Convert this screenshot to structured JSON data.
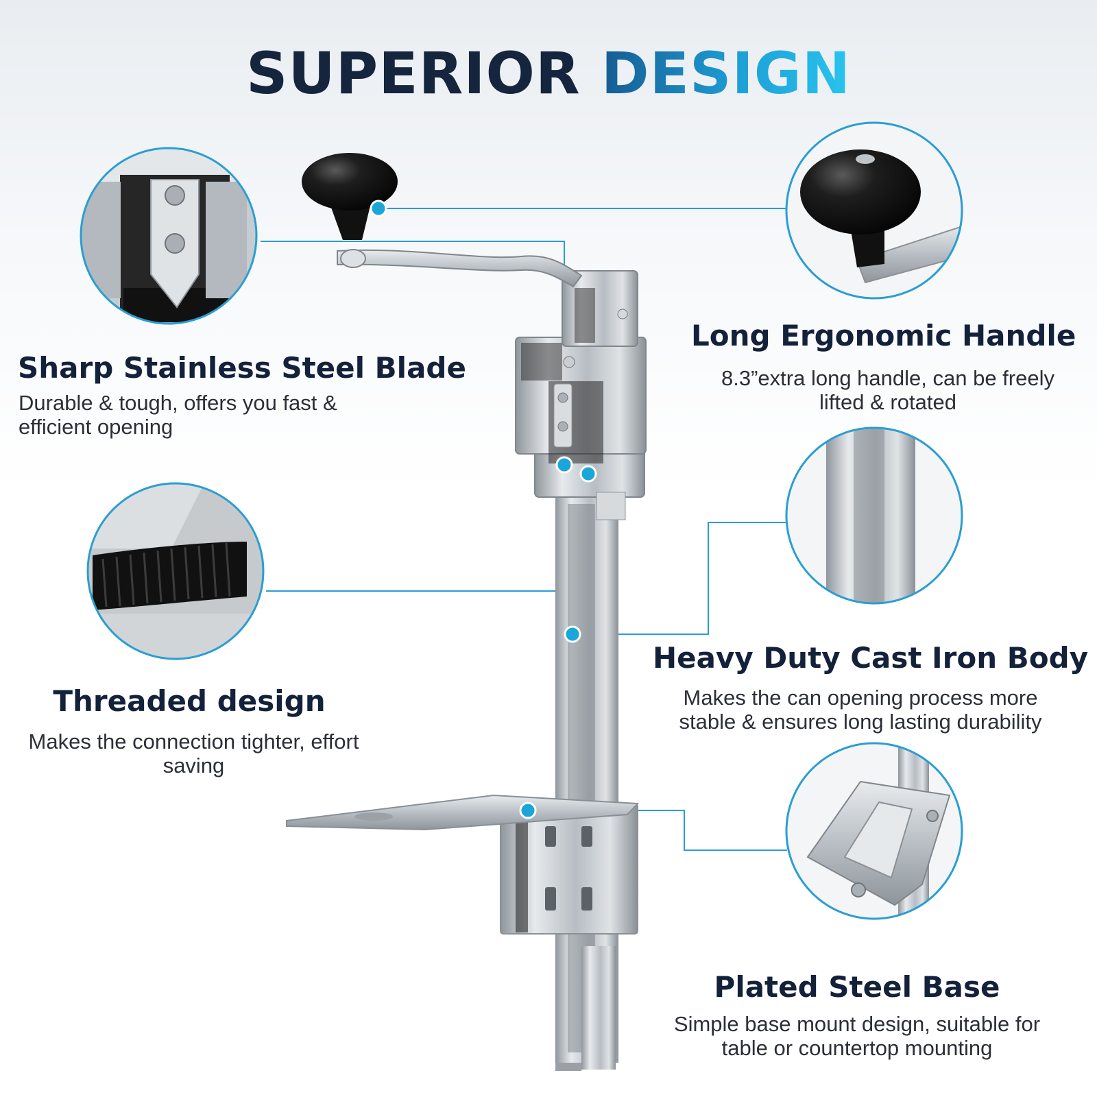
{
  "header": {
    "title_part1": "SUPERIOR",
    "title_part2": "DESIGN"
  },
  "features": {
    "blade": {
      "heading": "Sharp Stainless Steel Blade",
      "body": "Durable & tough, offers you fast & efficient opening"
    },
    "handle": {
      "heading": "Long Ergonomic Handle",
      "body": "8.3”extra long handle, can be freely lifted & rotated"
    },
    "threaded": {
      "heading": "Threaded design",
      "body": "Makes the connection tighter, effort saving"
    },
    "body": {
      "heading": "Heavy Duty Cast Iron Body",
      "body": "Makes the can opening process more stable & ensures long lasting durability"
    },
    "base": {
      "heading": "Plated Steel Base",
      "body": "Simple base mount design, suitable for table or countertop mounting"
    }
  },
  "colors": {
    "accent": "#1aa6d8",
    "title_dark": "#14253d",
    "heading": "#14213a",
    "leader_line": "#2a9ed1",
    "steel": "#c9ced3",
    "knob": "#141414"
  }
}
